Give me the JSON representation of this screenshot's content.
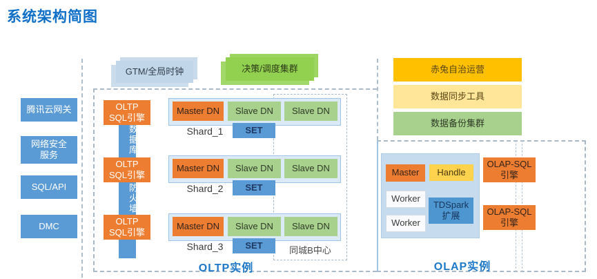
{
  "title": "系统架构简图",
  "left_column": {
    "items": [
      "腾讯云网关",
      "网络安全服务",
      "SQL/API",
      "DMC"
    ]
  },
  "top_boxes": {
    "gtm": "GTM/全局时钟",
    "scheduler": "决策/调度集群"
  },
  "right_column": {
    "items": [
      "赤兔自治运营",
      "数据同步工具",
      "数据备份集群"
    ]
  },
  "oltp": {
    "label": "OLTP实例",
    "engine": {
      "line1": "OLTP",
      "line2": "SQL引擎"
    },
    "pipes": {
      "database": "数据库",
      "firewall": "防火墙"
    },
    "shards": [
      {
        "name": "Shard_1",
        "master": "Master DN",
        "slave1": "Slave DN",
        "slave2": "Slave DN",
        "set": "SET"
      },
      {
        "name": "Shard_2",
        "master": "Master DN",
        "slave1": "Slave DN",
        "slave2": "Slave DN",
        "set": "SET"
      },
      {
        "name": "Shard_3",
        "master": "Master DN",
        "slave1": "Slave DN",
        "slave2": "Slave DN",
        "set": "SET"
      }
    ],
    "remote_center": "同城B中心"
  },
  "olap": {
    "label": "OLAP实例",
    "master": "Master",
    "handle": "Handle",
    "worker1": "Worker",
    "worker2": "Worker",
    "tdspark": "TDSpark扩展",
    "engine": {
      "line1": "OLAP-SQL",
      "line2": "引擎"
    }
  },
  "colors": {
    "title_blue": "#0D6FC8",
    "node_blue": "#5B9BD5",
    "orange": "#ED7D31",
    "slave_green": "#A9D18E",
    "scheduler_green": "#92D050",
    "gold": "#FFC000",
    "light_yellow": "#FFE699",
    "handle_yellow": "#FFD34D",
    "gtm_blue": "#C2D6EA",
    "panel_blue": "#DCE9F7",
    "olap_panel_blue": "#C7DBEF"
  }
}
